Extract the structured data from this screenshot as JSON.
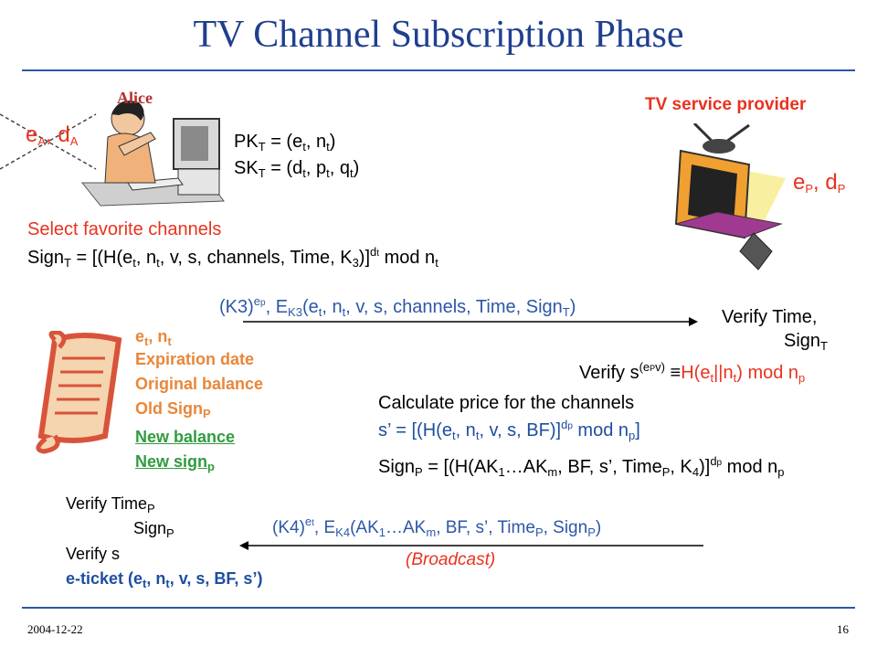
{
  "title": "TV Channel Subscription Phase",
  "alice": {
    "label": "Alice",
    "keys": "e",
    "keys_sub1": "A",
    "keys_mid": ", d",
    "keys_sub2": "A"
  },
  "provider": {
    "label": "TV service provider",
    "keys": "e",
    "keys_sub1": "P",
    "keys_mid": ", d",
    "keys_sub2": "P"
  },
  "pk_line": {
    "a": "PK",
    "a_sub": "T",
    "b": " = (e",
    "b_sub": "t",
    "c": ", n",
    "c_sub": "t",
    "d": ")"
  },
  "sk_line": {
    "a": "SK",
    "a_sub": "T",
    "b": " = (d",
    "b_sub": "t",
    "c": ", p",
    "c_sub": "t",
    "d": ", q",
    "d_sub": "t",
    "e": ")"
  },
  "select_channels": "Select favorite channels",
  "sign_t": {
    "a": "Sign",
    "a_sub": "T",
    "b": " = [(H(e",
    "b_sub": "t",
    "c": ", n",
    "c_sub": "t",
    "d": ", v, s, channels, Time, K",
    "d_sub": "3",
    "e": ")]",
    "e_sup": "d",
    "e_sup_sub": "t",
    "f": " mod n",
    "f_sub": "t"
  },
  "msg1": {
    "a": "(K3)",
    "a_sup": "e",
    "a_sup_sub": "p",
    "b": ", E",
    "b_sub": "K3",
    "c": "(e",
    "c_sub": "t",
    "d": ", n",
    "d_sub": "t",
    "e": ", v, s, channels, Time, Sign",
    "e_sub": "T",
    "f": ")"
  },
  "verify_time": {
    "line1": "Verify Time,",
    "line2": "Sign",
    "line2_sub": "T"
  },
  "verify_s": {
    "a": "Verify s",
    "a_sup": "(e",
    "a_sup_sub": "P",
    "a_sup2": "v)",
    "b": " ≡",
    "c": "H(e",
    "c_sub": "t",
    "d": "||n",
    "d_sub": "t",
    "e": ") mod n",
    "e_sub": "p"
  },
  "ticket_items": [
    {
      "text": "e",
      "sub": "t",
      "rest": ", n",
      "sub2": "t"
    },
    {
      "text": "Expiration date"
    },
    {
      "text": "Original balance"
    },
    {
      "text": "Old Sign",
      "sub": "P"
    },
    {
      "text": "New balance"
    },
    {
      "text": "New sign",
      "sub": "p"
    }
  ],
  "calc_price": "Calculate price for the channels",
  "s_prime": {
    "a": "s’ = [(H(e",
    "a_sub": "t",
    "b": ", n",
    "b_sub": "t",
    "c": ", v, s, BF)]",
    "c_sup": "d",
    "c_sup_sub": "p",
    "d": " mod n",
    "d_sub": "p",
    "e": "]"
  },
  "sign_p": {
    "a": "Sign",
    "a_sub": "P",
    "b": " = [(H(AK",
    "b_sub": "1",
    "c": "…AK",
    "c_sub": "m",
    "d": ", BF, s’, Time",
    "d_sub": "P",
    "e": ", K",
    "e_sub": "4",
    "f": ")]",
    "f_sup": "d",
    "f_sup_sub": "p",
    "g": " mod n",
    "g_sub": "p"
  },
  "verify_time_p": {
    "line1": "Verify Time",
    "line1_sub": "P",
    "line2": "Sign",
    "line2_sub": "P",
    "line3": "Verify s"
  },
  "eticket": {
    "a": "e-ticket (e",
    "a_sub": "t",
    "b": ", n",
    "b_sub": "t",
    "c": ", v, s, BF, s’)"
  },
  "msg2": {
    "a": "(K4)",
    "a_sup": "e",
    "a_sup_sub": "t",
    "b": ", E",
    "b_sub": "K4",
    "c": "(AK",
    "c_sub": "1",
    "d": "…AK",
    "d_sub": "m",
    "e": ", BF, s’, Time",
    "e_sub": "P",
    "f": ", Sign",
    "f_sub": "P",
    "g": ")"
  },
  "broadcast": "(Broadcast)",
  "footer": {
    "date": "2004-12-22",
    "page": "16"
  },
  "colors": {
    "title": "#1f3f8f",
    "red": "#e8321e",
    "green": "#2f9c3f",
    "blue": "#1e4ea0",
    "orange": "#e8873a"
  }
}
